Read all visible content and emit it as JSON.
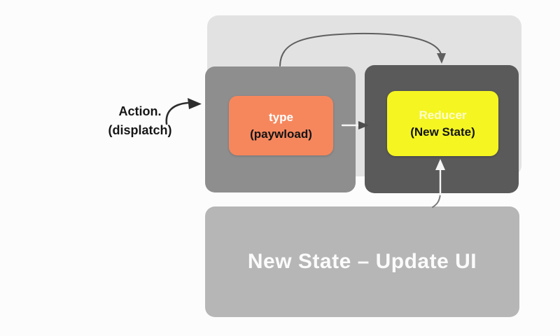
{
  "action": {
    "line1": "Action.",
    "line2": "(displatch)"
  },
  "type_box": {
    "line1": "type",
    "line2": "(paywload)"
  },
  "reducer_box": {
    "line1": "Reducer",
    "line2": "(New State)"
  },
  "output_box": {
    "label": "New State – Update UI"
  },
  "colors": {
    "background": "#fcfcfc",
    "panel": "#e2e2e2",
    "action_container": "#8e8e8e",
    "reducer_container": "#5a5a5a",
    "type_box": "#f6875d",
    "reducer_box": "#f5f522",
    "output_box": "#b6b6b6",
    "arrow_black": "#2d2d2d",
    "arrow_gray": "#5f5f5f",
    "arrow_tail_gray": "#7a7a7a",
    "arrow_white": "#f5f5f5",
    "arrow_head_dark": "#4d4d4d"
  },
  "icons": {
    "dispatch_arrow": "curved-right-arrow",
    "store_loop_arrow": "curved-down-arrow",
    "type_to_reducer_arrow": "right-arrow",
    "newstate_feedback_arrow": "up-arrow"
  }
}
